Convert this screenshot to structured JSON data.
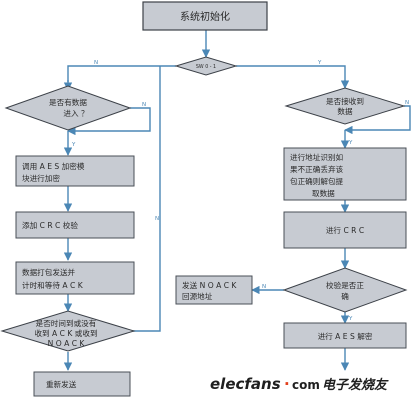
{
  "nodes": {
    "init": "系统初始化",
    "sw": "SW 0 - 1",
    "has_data_l1": "是否有数据",
    "has_data_l2": "进入 ？",
    "aes_enc_l1": "调用  A E S 加密模",
    "aes_enc_l2": "块进行加密",
    "crc_add": "添加  C R C 校验",
    "pack_l1": "数据打包发送并",
    "pack_l2": "计时和等待          A C K",
    "timeout_l1": "是否时间到或没有",
    "timeout_l2": "收到   A C K 或收到",
    "timeout_l3": "N O A C K",
    "resend": "重新发送",
    "recv_l1": "是否接收到",
    "recv_l2": "数据",
    "addr_l1": "进行地址识别如",
    "addr_l2": "果不正确丢弃该",
    "addr_l3": "包正确则解包提",
    "addr_l4": "取数据",
    "crc_do": "进行   C R C",
    "check_l1": "校验是否正",
    "check_l2": "确",
    "noack_l1": "发送     N O A C K",
    "noack_l2": "回源地址",
    "aes_dec": "进行   A E S 解密"
  },
  "edge_labels": {
    "sw_left": "N",
    "sw_right": "Y",
    "has_data_n": "N",
    "has_data_y": "Y",
    "timeout_n": "N",
    "recv_n": "N",
    "recv_y": "Y",
    "check_n": "N",
    "check_y": "Y"
  },
  "watermark": {
    "elec": "elecfans",
    "dot": "·",
    "com": "com",
    "cn": "电子发烧友"
  },
  "colors": {
    "connector": "#4b87b5",
    "box_fill": "#c7cbd2"
  }
}
